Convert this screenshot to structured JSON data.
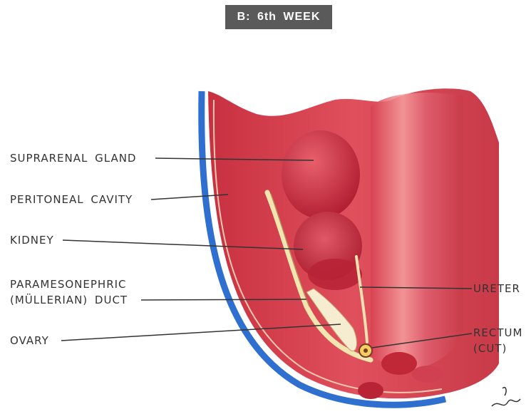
{
  "title": "B: 6th WEEK",
  "labels": {
    "suprarenal_gland": "SUPRARENAL GLAND",
    "peritoneal_cavity": "PERITONEAL CAVITY",
    "kidney": "KIDNEY",
    "paramesonephric_line1": "PARAMESONEPHRIC",
    "paramesonephric_line2": "(MÜLLERIAN) DUCT",
    "ovary": "OVARY",
    "ureter": "URETER",
    "rectum_line1": "RECTUM",
    "rectum_line2": "(CUT)"
  },
  "colors": {
    "tissue": "#d9404e",
    "tissue_light": "#f08a8a",
    "gland": "#c8283c",
    "lining": "#2f6fd0",
    "duct": "#f2e6b0",
    "leader": "#333333"
  }
}
